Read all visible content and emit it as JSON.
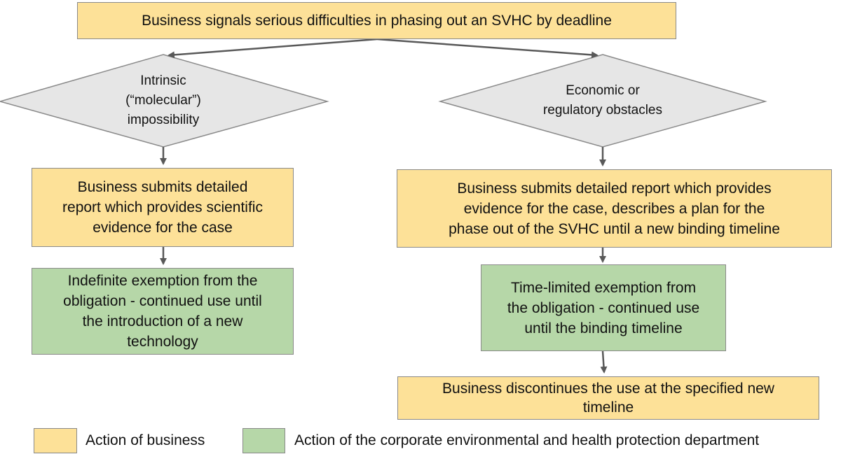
{
  "colors": {
    "business": "#fde198",
    "department": "#b6d7a8",
    "decision": "#e6e6e6",
    "arrow": "#595959"
  },
  "nodes": {
    "top": "Business signals serious difficulties in phasing out an SVHC by deadline",
    "decision_left": [
      "Intrinsic",
      "(“molecular”)",
      "impossibility"
    ],
    "decision_right": [
      "Economic or",
      "regulatory obstacles"
    ],
    "left_report": [
      "Business submits detailed",
      "report which provides scientific",
      "evidence for the case"
    ],
    "left_exemption": [
      "Indefinite exemption from the",
      "obligation - continued use until",
      "the introduction of a new",
      "technology"
    ],
    "right_report": [
      "Business submits detailed report which provides",
      "evidence for the case, describes a plan for the",
      "phase out of the SVHC until a new binding timeline"
    ],
    "right_exemption": [
      "Time-limited exemption from",
      "the obligation - continued use",
      "until the binding timeline"
    ],
    "right_discontinue": [
      "Business discontinues the use at the specified new",
      "timeline"
    ]
  },
  "legend": {
    "business": "Action of business",
    "department": "Action of the corporate environmental and health protection department"
  }
}
